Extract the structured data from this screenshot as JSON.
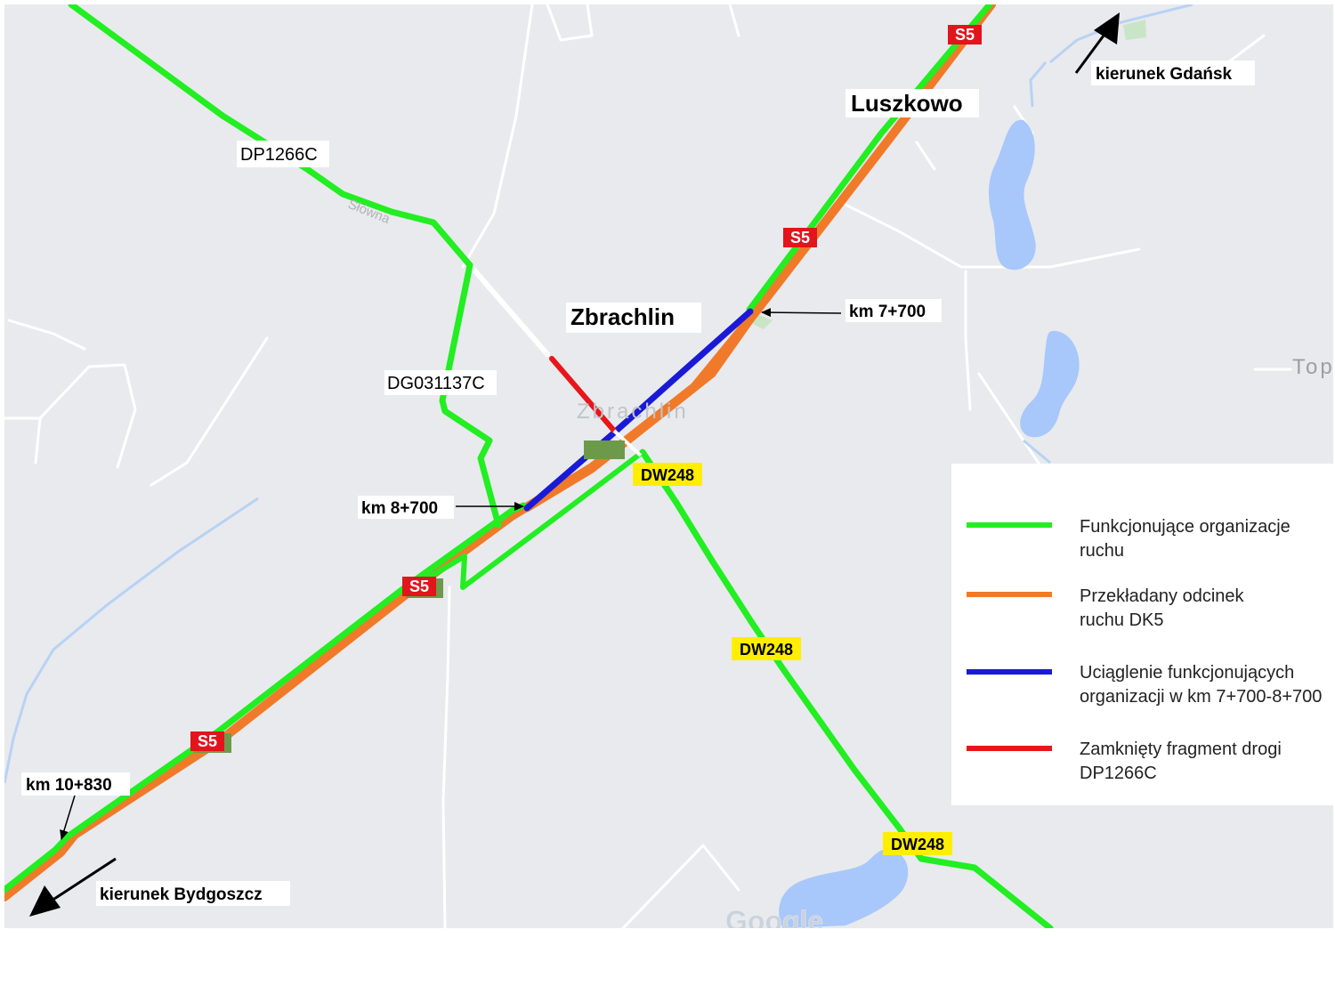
{
  "map": {
    "town_labels": {
      "zbrachlin": "Zbrachlin",
      "luszkowo": "Luszkowo",
      "faded_zbrachlin": "Zbrachlin",
      "top": "Top",
      "stawna": "Słówna"
    },
    "road_labels": {
      "dp": "DP1266C",
      "dg": "DG031137C",
      "s5": "S5",
      "dw": "DW248"
    },
    "km_labels": {
      "km7700": "km 7+700",
      "km8700": "km 8+700",
      "km10830": "km 10+830"
    },
    "directions": {
      "gdansk": "kierunek Gdańsk",
      "bydgoszcz": "kierunek Bydgoszcz"
    },
    "google_logo": "Google",
    "colors": {
      "map_bg": "#e8eaed",
      "water": "#a8c7fa",
      "green": "#22ee22",
      "orange": "#f07a2a",
      "blue": "#1a1ad6",
      "red": "#e8161a",
      "s5_shield": "#e2141c",
      "dw_shield": "#ffee00"
    }
  },
  "legend": {
    "items": [
      {
        "color": "#22ee22",
        "line1": "Funkcjonujące organizacje",
        "line2": "ruchu"
      },
      {
        "color": "#f07a2a",
        "line1": "Przekładany odcinek",
        "line2": "ruchu DK5"
      },
      {
        "color": "#1a1ad6",
        "line1": "Uciąglenie funkcjonujących",
        "line2": "organizacji w km 7+700-8+700"
      },
      {
        "color": "#e8161a",
        "line1": "Zamknięty fragment drogi",
        "line2": "DP1266C"
      }
    ]
  }
}
